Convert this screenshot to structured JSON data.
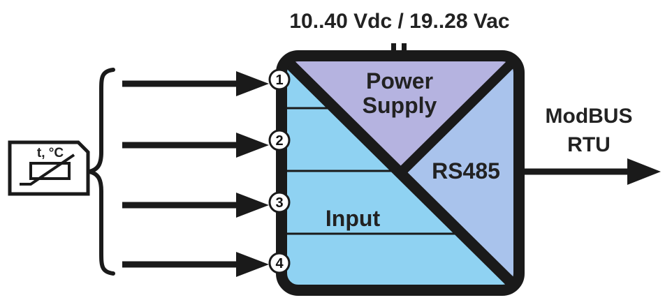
{
  "power_label": "10..40 Vdc / 19..28 Vac",
  "module": {
    "power_supply_line1": "Power",
    "power_supply_line2": "Supply",
    "rs485": "RS485",
    "input": "Input"
  },
  "sensor": {
    "label": "t, °C"
  },
  "output": {
    "line1": "ModBUS",
    "line2": "RTU"
  },
  "ports": [
    "1",
    "2",
    "3",
    "4"
  ],
  "colors": {
    "power_supply_fill": "#b5b3e0",
    "rs485_fill": "#a9c3ec",
    "input_fill": "#8fd2f2",
    "outline": "#1a1a1a"
  }
}
